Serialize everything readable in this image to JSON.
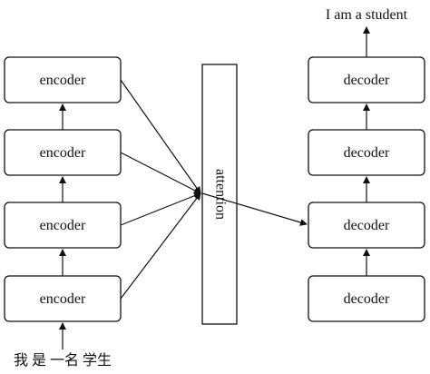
{
  "input_text": "我 是 一名 学生",
  "output_text": "I am a student",
  "encoder_labels": [
    "encoder",
    "encoder",
    "encoder",
    "encoder"
  ],
  "decoder_labels": [
    "decoder",
    "decoder",
    "decoder",
    "decoder"
  ],
  "attention_label": "attention"
}
